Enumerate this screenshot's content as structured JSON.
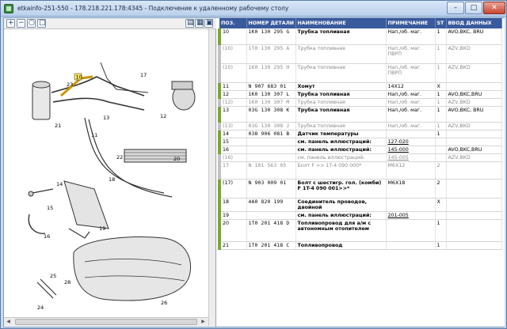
{
  "window": {
    "title": "etkainfo-251-550 - 178.218.221.178:4345 - Подключение к удаленному рабочему столу",
    "minimize": "–",
    "maximize": "□",
    "close": "✕"
  },
  "toolbar": {
    "buttons": [
      {
        "name": "zoom-in-icon",
        "glyph": "+"
      },
      {
        "name": "zoom-out-icon",
        "glyph": "−"
      },
      {
        "name": "zoom-fit-icon",
        "glyph": "○"
      },
      {
        "name": "zoom-reset-icon",
        "glyph": "□"
      },
      {
        "name": "print-icon",
        "glyph": "▤"
      },
      {
        "name": "copy-icon",
        "glyph": "▦"
      },
      {
        "name": "export-icon",
        "glyph": "▣"
      }
    ]
  },
  "diagram": {
    "callouts": [
      "10",
      "23",
      "17",
      "13",
      "11",
      "12",
      "20",
      "21",
      "22",
      "18",
      "14",
      "15",
      "16",
      "19",
      "28",
      "25",
      "24",
      "26"
    ]
  },
  "table": {
    "headers": [
      "ПОЗ.",
      "НОМЕР ДЕТАЛИ",
      "НАИМЕНОВАНИЕ",
      "ПРИМЕЧАНИЕ",
      "ST",
      "ВВОД ДАННЫХ"
    ],
    "rows": [
      {
        "state": "active",
        "pos": "10",
        "part": "1K0  130  295  G",
        "desc": "Трубка топливная",
        "note": "Нап./об. маг.",
        "st": "1",
        "data": "AVO,BKC, BRU"
      },
      {
        "state": "inactive",
        "pos": "(10)",
        "part": "1T0  130  295  A",
        "desc": "Трубка топливная",
        "note": "Нап./об. маг. ПВРП",
        "st": "1",
        "data": "AZV,BKD"
      },
      {
        "state": "inactive",
        "pos": "(10)",
        "part": "1K0  130  295  H",
        "desc": "Трубка топливная",
        "note": "Нап./об. маг. ПВРП",
        "st": "1",
        "data": "AZV,BKD"
      },
      {
        "state": "active",
        "pos": "11",
        "part": "N    907  683  01",
        "desc": "Хомут",
        "note": "14X12",
        "st": "X",
        "data": ""
      },
      {
        "state": "active",
        "pos": "12",
        "part": "1K0  130  307  L",
        "desc": "Трубка топливная",
        "note": "Нап./об. маг.",
        "st": "1",
        "data": "AVO,BKC,BRU"
      },
      {
        "state": "inactive",
        "pos": "(12)",
        "part": "1K0  130  307  M",
        "desc": "Трубка топливная",
        "note": "Нап./об. маг.",
        "st": "1",
        "data": "AZV,BKD"
      },
      {
        "state": "active",
        "pos": "13",
        "part": "03G  130  308  K",
        "desc": "Трубка топливная",
        "note": "Нап./об. маг.",
        "st": "1",
        "data": "AVO,BKC, BRU"
      },
      {
        "state": "inactive",
        "pos": "(13)",
        "part": "03G  130  308  J",
        "desc": "Трубка топливная",
        "note": "Нап./об. маг.",
        "st": "1",
        "data": "AZV,BKD"
      },
      {
        "state": "active",
        "pos": "14",
        "part": "038  906  081  B",
        "desc": "Датчик температуры",
        "note": "",
        "st": "1",
        "data": ""
      },
      {
        "state": "active",
        "pos": "15",
        "part": "",
        "desc": "см. панель иллюстраций:",
        "note": "127-020",
        "st": "",
        "data": ""
      },
      {
        "state": "active",
        "pos": "16",
        "part": "",
        "desc": "см. панель иллюстраций:",
        "note": "145-000",
        "st": "",
        "data": "AVO,BKC,BRU"
      },
      {
        "state": "inactive",
        "pos": "(16)",
        "part": "",
        "desc": "см. панель иллюстраций:",
        "note": "145-005",
        "st": "",
        "data": "AZV,BKD"
      },
      {
        "state": "inactive",
        "pos": "17",
        "part": "N    101  563  05",
        "desc": "Болт F        >> 1T-4 090 000*",
        "note": "M6X12",
        "st": "2",
        "data": ""
      },
      {
        "state": "active",
        "pos": "(17)",
        "part": "N    903  009  01",
        "desc": "Болт с шестигр. гол. (комби) F 1T-4 090 001>>*",
        "note": "M6X18",
        "st": "2",
        "data": ""
      },
      {
        "state": "active",
        "pos": "18",
        "part": "4A0  820  199",
        "desc": "Соединитель проводов, двойной",
        "note": "",
        "st": "X",
        "data": ""
      },
      {
        "state": "active",
        "pos": "19",
        "part": "",
        "desc": "см. панель иллюстраций:",
        "note": "201-005",
        "st": "",
        "data": ""
      },
      {
        "state": "active",
        "pos": "20",
        "part": "1T0  201  418  D",
        "desc": "Топливопровод для а/м с автономным отопителем",
        "note": "",
        "st": "1",
        "data": ""
      },
      {
        "state": "active",
        "pos": "21",
        "part": "1T0  201  418  C",
        "desc": "Топливопровод",
        "note": "",
        "st": "1",
        "data": ""
      }
    ]
  }
}
